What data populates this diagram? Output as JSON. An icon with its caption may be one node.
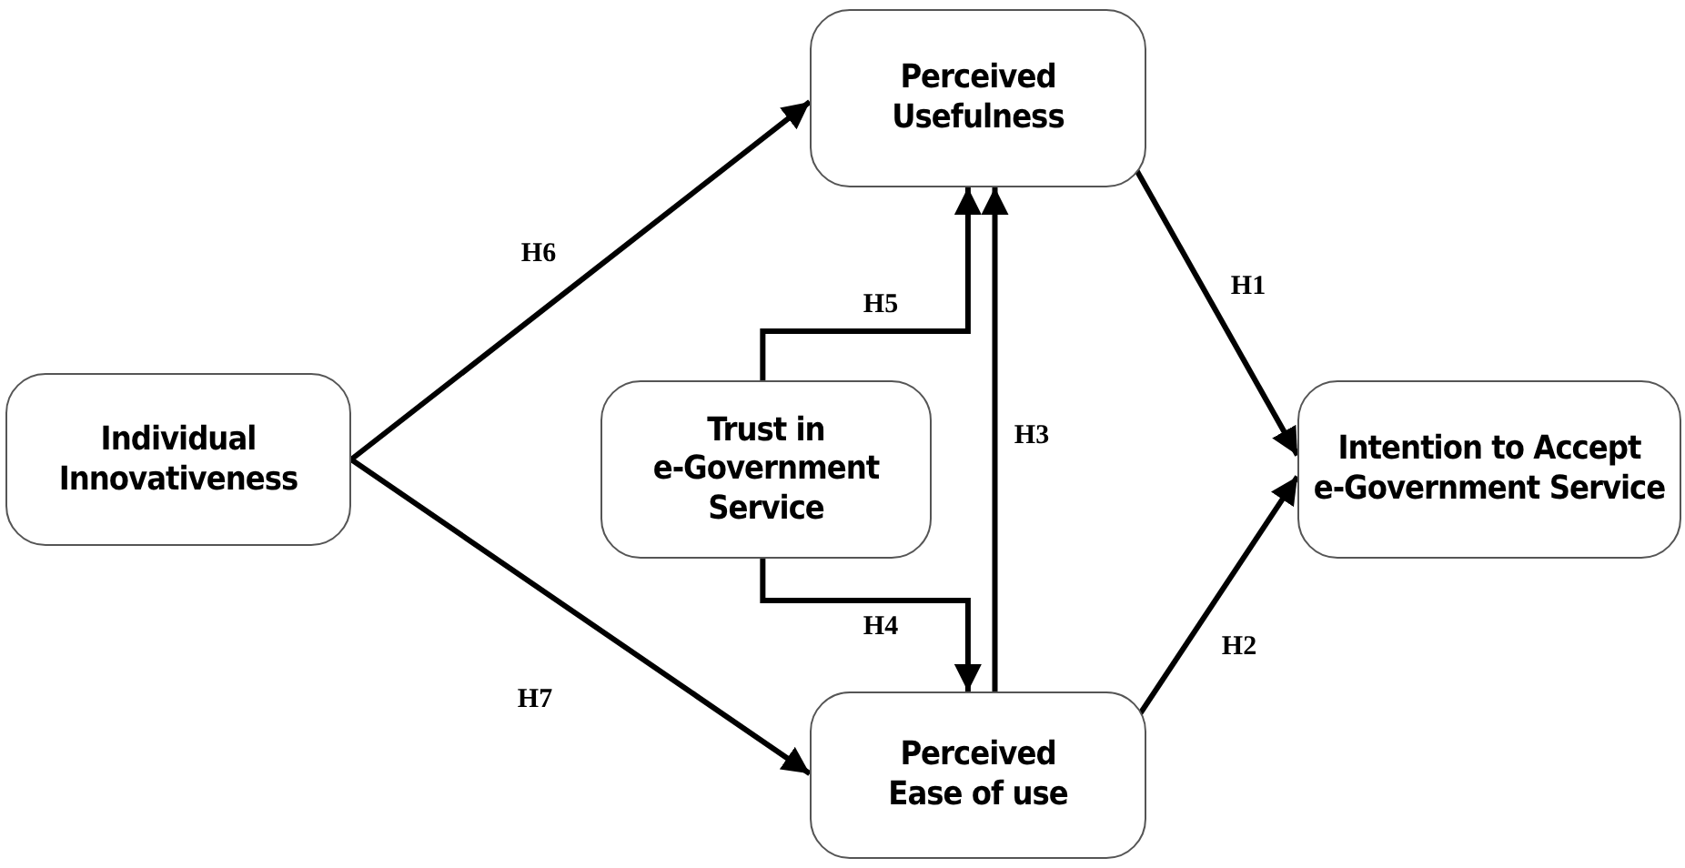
{
  "diagram": {
    "nodes": [
      {
        "text": [
          "Perceived Usefulness"
        ]
      },
      {
        "text": [
          "Individual Innovativeness"
        ]
      },
      {
        "text": [
          "Trust in e-Government Service"
        ]
      },
      {
        "text": [
          "Intention to Accept e-Government Service"
        ]
      },
      {
        "text": [
          "Perceived Ease of use"
        ]
      }
    ],
    "edges": [
      {
        "from": 1,
        "to": 0,
        "arrow": "to",
        "label": "H6"
      },
      {
        "from": 1,
        "to": 4,
        "arrow": "to",
        "label": "H7"
      },
      {
        "from": 2,
        "to": 0,
        "arrow": "to",
        "label": "H5"
      },
      {
        "from": 2,
        "to": 4,
        "arrow": "to",
        "label": "H4"
      },
      {
        "from": 4,
        "to": 0,
        "arrow": "to",
        "label": "H3"
      },
      {
        "from": 0,
        "to": 3,
        "arrow": "to",
        "label": "H1"
      },
      {
        "from": 4,
        "to": 3,
        "arrow": "to",
        "label": "H2"
      }
    ]
  }
}
